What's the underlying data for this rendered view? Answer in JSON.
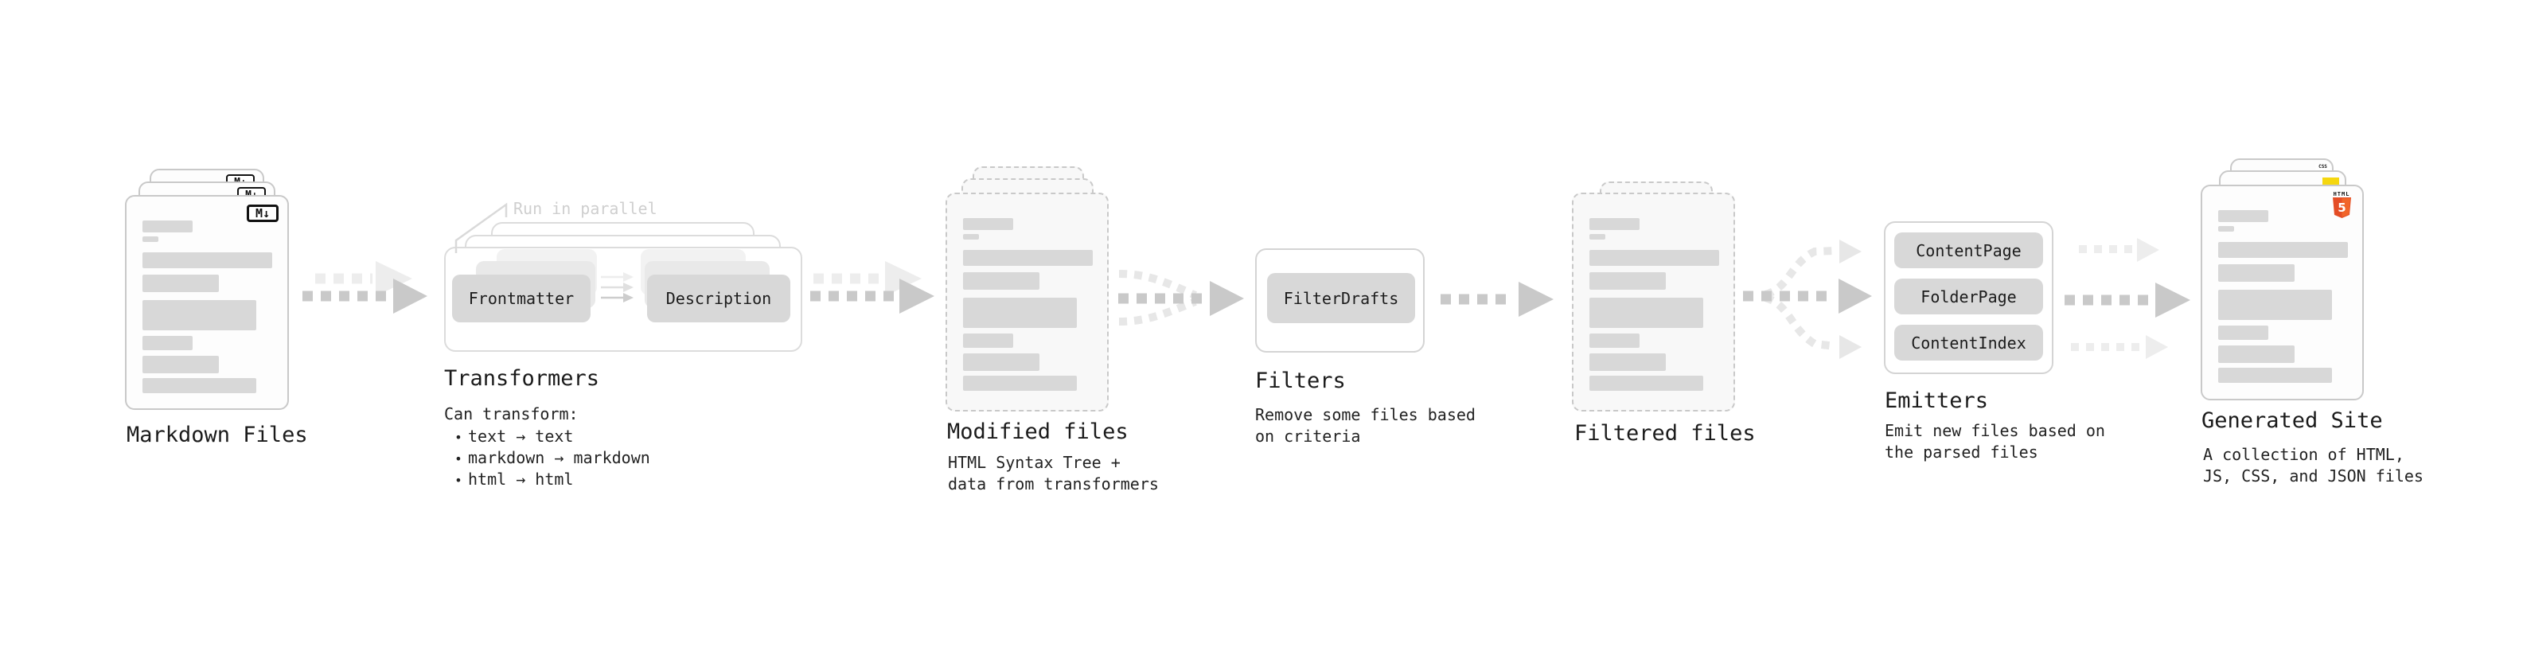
{
  "diagram": {
    "note": "Run in parallel",
    "bullet_glyph": "•",
    "markdown_files": {
      "label": "Markdown Files",
      "icon": "M↓"
    },
    "transformers": {
      "label": "Transformers",
      "intro": "Can transform:",
      "bullets": [
        "text → text",
        "markdown → markdown",
        "html → html"
      ],
      "buttons": [
        "Frontmatter",
        "Description"
      ]
    },
    "modified_files": {
      "label": "Modified files",
      "sub1": "HTML Syntax Tree +",
      "sub2": "data from transformers"
    },
    "filters": {
      "label": "Filters",
      "sub1": "Remove some files based",
      "sub2": "on criteria",
      "buttons": [
        "FilterDrafts"
      ]
    },
    "filtered_files": {
      "label": "Filtered files"
    },
    "emitters": {
      "label": "Emitters",
      "sub1": "Emit new files based on",
      "sub2": "the parsed files",
      "buttons": [
        "ContentPage",
        "FolderPage",
        "ContentIndex"
      ]
    },
    "generated_site": {
      "label": "Generated Site",
      "sub1": "A collection of HTML,",
      "sub2": "JS, CSS, and JSON files",
      "icons": {
        "html5_caption": "HTML",
        "html5_digit": "5",
        "css": "CSS"
      }
    },
    "colors": {
      "html5_orange": "#e44d26",
      "html5_orange_light": "#f16529",
      "js_yellow": "#f5d70f",
      "css_blue": "#2965f1",
      "arrow_gray": "#c9c9c9",
      "arrow_ghost": "#ededed",
      "bar_gray": "#d8d8d8",
      "text_dark": "#1f1f1f",
      "note_gray": "#cfcfcf"
    }
  }
}
